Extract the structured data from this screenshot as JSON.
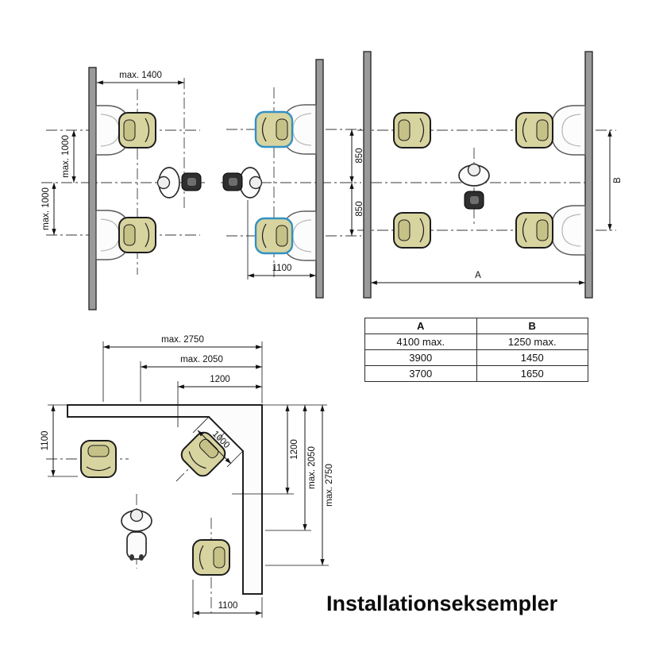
{
  "title": "Installationseksempler",
  "colors": {
    "chair_fill": "#d8d4a0",
    "chair_inner": "#c6c186",
    "chair_highlight": "#3391c2",
    "wall_fill": "#9a9a9a",
    "unit_fill": "#2f2f2f",
    "person_fill": "#fdfdfd"
  },
  "diagrams": {
    "single_wall_left": {
      "dim_top": "max. 1400",
      "dim_gap_upper": "max. 1000",
      "dim_gap_lower": "max. 1000"
    },
    "single_wall_right": {
      "dim_row_upper": "850",
      "dim_row_lower": "850",
      "dim_bottom": "1100"
    },
    "double_wall": {
      "dim_width_label": "A",
      "dim_depth_label": "B"
    },
    "corner": {
      "dim_top_outer": "max. 2750",
      "dim_top_middle": "max. 2050",
      "dim_top_inner": "1200",
      "dim_left": "1100",
      "dim_diagonal": "1000",
      "dim_right_inner": "1200",
      "dim_right_middle": "max. 2050",
      "dim_right_outer": "max. 2750",
      "dim_bottom": "1100"
    }
  },
  "table": {
    "headers": [
      "A",
      "B"
    ],
    "rows": [
      [
        "4100 max.",
        "1250 max."
      ],
      [
        "3900",
        "1450"
      ],
      [
        "3700",
        "1650"
      ]
    ]
  }
}
